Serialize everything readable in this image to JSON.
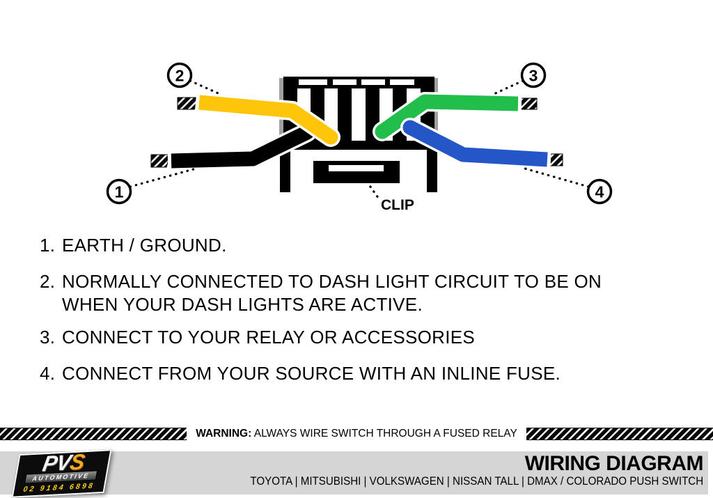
{
  "diagram": {
    "clip_label": "CLIP",
    "callouts": {
      "c1": "1",
      "c2": "2",
      "c3": "3",
      "c4": "4"
    },
    "wire_colors": {
      "wire1_black": "#000000",
      "wire2_yellow": "#FFC50A",
      "wire3_green": "#22BE4B",
      "wire4_blue": "#2456C8"
    }
  },
  "instructions": [
    {
      "num": "1.",
      "text": "EARTH / GROUND."
    },
    {
      "num": "2.",
      "text": "NORMALLY CONNECTED TO DASH LIGHT CIRCUIT TO BE ON WHEN YOUR DASH LIGHTS ARE ACTIVE."
    },
    {
      "num": "3.",
      "text": "CONNECT TO YOUR RELAY OR ACCESSORIES"
    },
    {
      "num": "4.",
      "text": "CONNECT FROM YOUR SOURCE WITH AN INLINE FUSE."
    }
  ],
  "warning": {
    "label": "WARNING:",
    "text": "ALWAYS WIRE SWITCH THROUGH A FUSED RELAY"
  },
  "footer": {
    "title": "WIRING DIAGRAM",
    "subtitle": "TOYOTA | MITSUBISHI | VOLKSWAGEN | NISSAN TALL | DMAX / COLORADO PUSH SWITCH",
    "logo": {
      "brand_prefix": "PV",
      "brand_suffix": "S",
      "tagline": "AUTOMOTIVE",
      "phone": "02 9184 6898"
    }
  }
}
